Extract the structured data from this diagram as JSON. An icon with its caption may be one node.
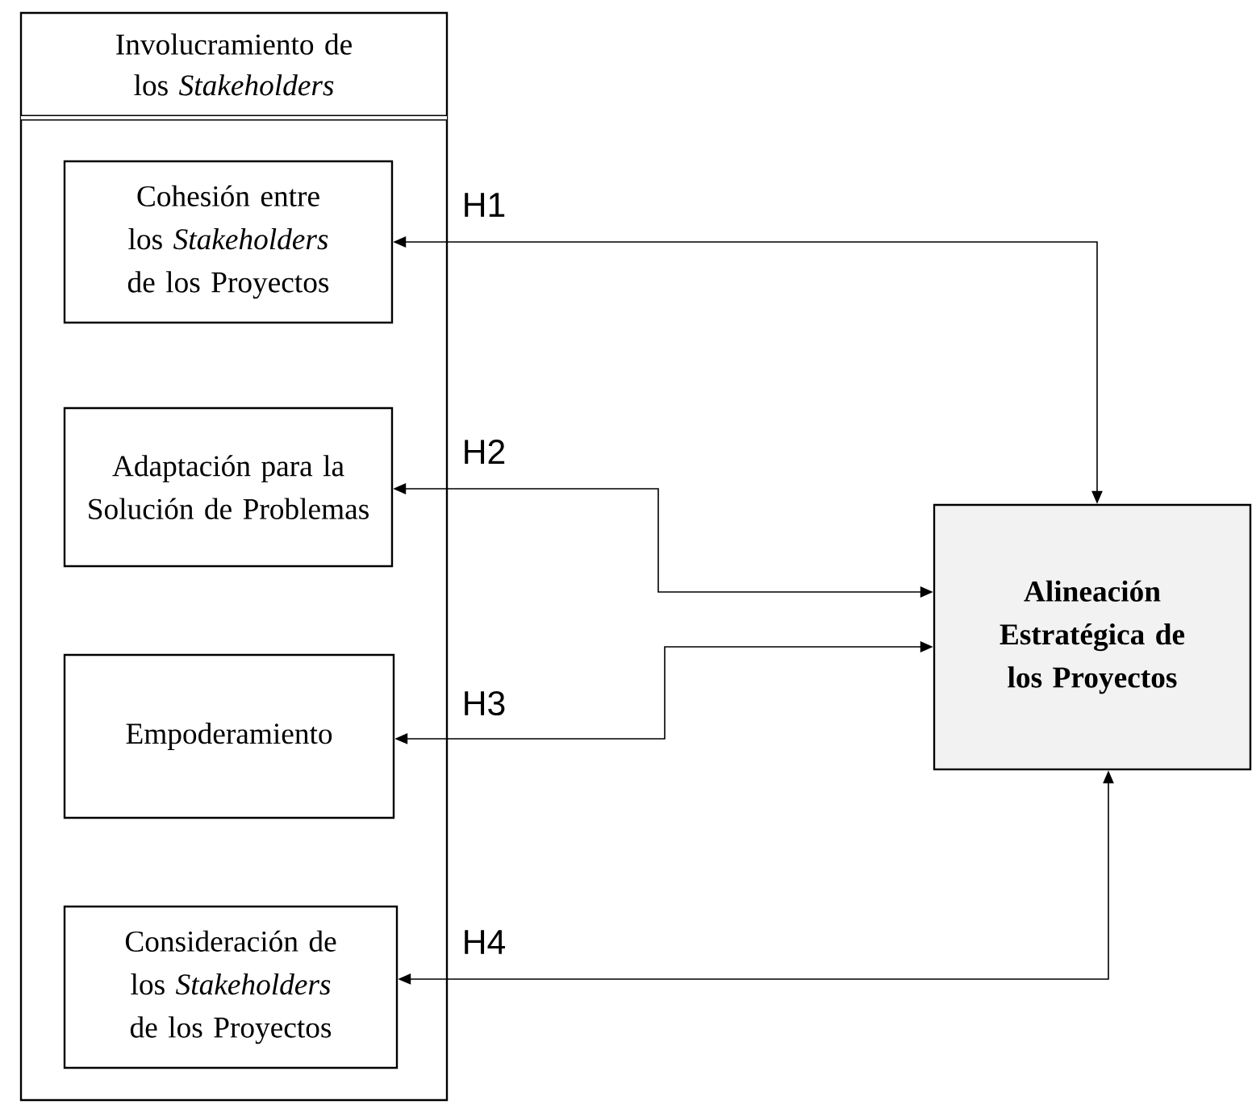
{
  "diagram": {
    "nodes": [
      {
        "text": [
          "Involucramiento de los *Stakeholders*"
        ]
      },
      {
        "text": [
          "Cohesión entre los *Stakeholders* de los Proyectos"
        ],
        "in": 0
      },
      {
        "text": [
          "Adaptación para la Solución de Problemas"
        ],
        "in": 0
      },
      {
        "text": [
          "Empoderamiento"
        ],
        "in": 0
      },
      {
        "text": [
          "Consideración de los *Stakeholders* de los Proyectos"
        ],
        "in": 0
      },
      {
        "text": [
          "Alineación Estratégica de los Proyectos"
        ]
      }
    ],
    "edges": [
      {
        "from": 1,
        "to": 5,
        "arrow": "both",
        "label": "H1"
      },
      {
        "from": 2,
        "to": 5,
        "arrow": "both",
        "label": "H2"
      },
      {
        "from": 3,
        "to": 5,
        "arrow": "both",
        "label": "H3"
      },
      {
        "from": 4,
        "to": 5,
        "arrow": "both",
        "label": "H4"
      }
    ]
  }
}
